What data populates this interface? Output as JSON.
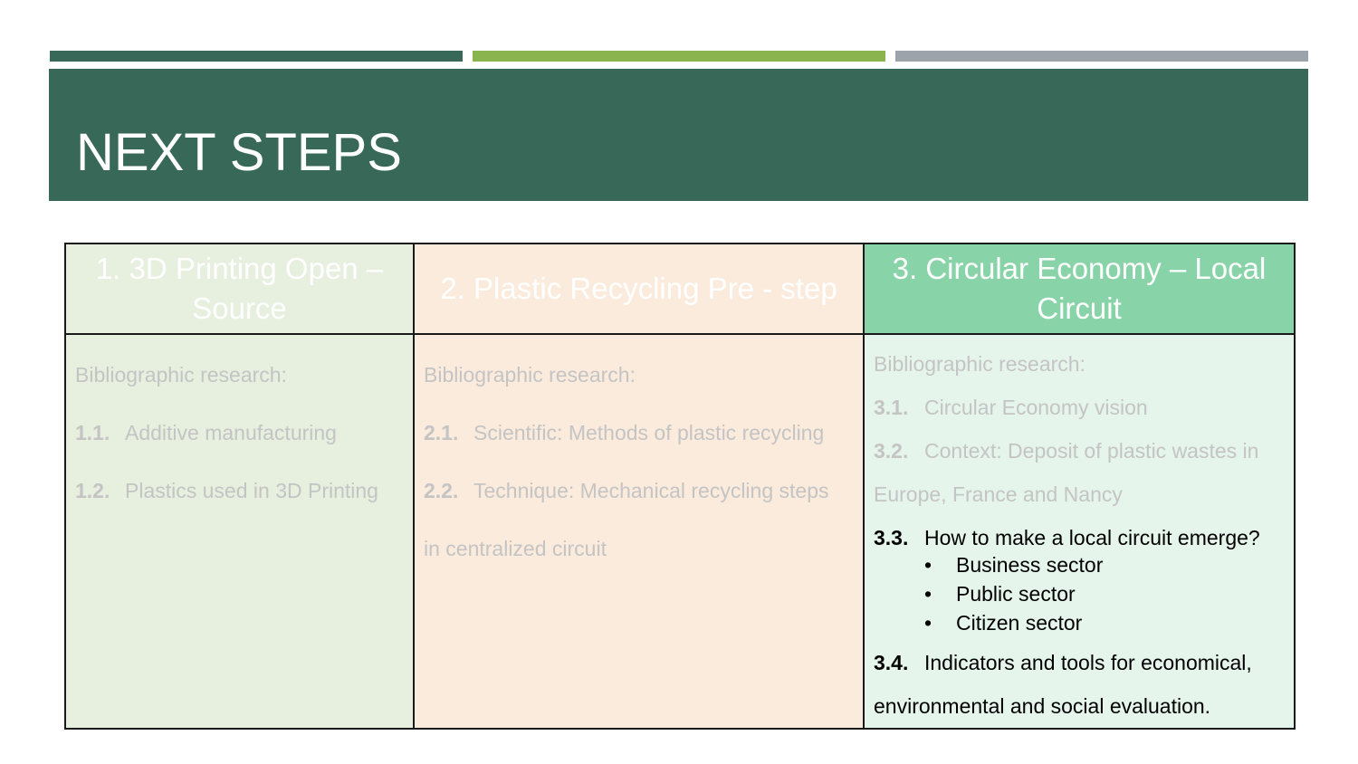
{
  "slide": {
    "title": "NEXT STEPS",
    "colors": {
      "banner": "#386858",
      "accent_green": "#8ab44e",
      "accent_gray": "#9ca3ab",
      "col1_bg": "#e7efdf",
      "col2_bg": "#fbebdc",
      "col3_header_bg": "#88d4a8",
      "col3_bg": "#e5f5ec"
    }
  },
  "columns": [
    {
      "header_num": "1.",
      "header_label": "3D Printing Open – Source",
      "intro": "Bibliographic research:",
      "items": [
        {
          "num": "1.1.",
          "text": "Additive manufacturing"
        },
        {
          "num": "1.2.",
          "text": "Plastics used in 3D Printing"
        }
      ]
    },
    {
      "header_num": "2.",
      "header_label": "Plastic Recycling Pre - step",
      "intro": "Bibliographic research:",
      "items": [
        {
          "num": "2.1.",
          "text": "Scientific: Methods of plastic recycling"
        },
        {
          "num": "2.2.",
          "text": "Technique: Mechanical recycling steps"
        }
      ],
      "item_continuation": "in centralized circuit"
    },
    {
      "header_num": "3.",
      "header_label": "Circular Economy – Local Circuit",
      "intro": "Bibliographic research:",
      "items": [
        {
          "num": "3.1.",
          "text": "Circular Economy vision"
        },
        {
          "num": "3.2.",
          "text": "Context: Deposit of plastic wastes in"
        },
        {
          "num": "3.3.",
          "text": "How to make a local circuit emerge?"
        },
        {
          "num": "3.4.",
          "text": "Indicators and tools for economical,"
        }
      ],
      "item_3_2_continuation": "Europe, France and Nancy",
      "item_3_4_continuation": "environmental and social evaluation.",
      "bullets": [
        "Business sector",
        "Public sector",
        "Citizen sector"
      ],
      "bullet_glyph": "•"
    }
  ]
}
